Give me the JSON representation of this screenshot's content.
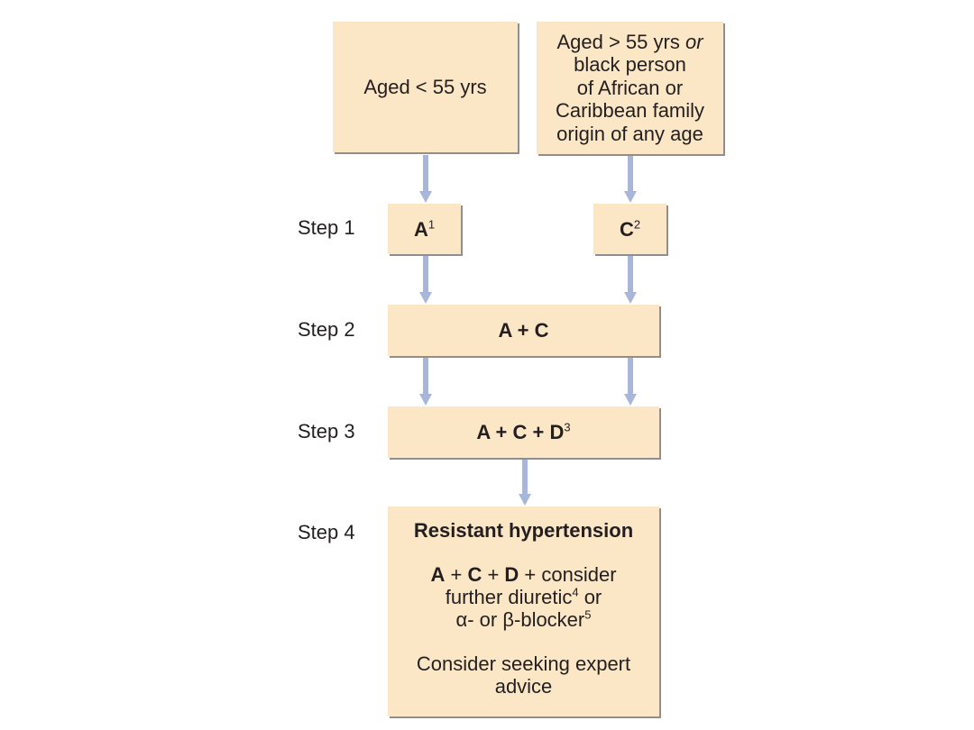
{
  "top": {
    "left_box": "Aged < 55 yrs",
    "right_box": {
      "line1_pre": "Aged > 55 yrs ",
      "line1_italic": "or",
      "line2": "black person",
      "line3": "of African or",
      "line4": "Caribbean family",
      "line5": "origin of any age"
    }
  },
  "steps": {
    "step1": {
      "label": "Step 1",
      "left": {
        "drug": "A",
        "note": "1"
      },
      "right": {
        "drug": "C",
        "note": "2"
      }
    },
    "step2": {
      "label": "Step 2",
      "text": "A + C"
    },
    "step3": {
      "label": "Step 3",
      "text": "A + C + D",
      "note": "3"
    },
    "step4": {
      "label": "Step 4",
      "heading": "Resistant hypertension",
      "line1_a": "A",
      "line1_plus1": " + ",
      "line1_c": "C",
      "line1_plus2": " + ",
      "line1_d": "D",
      "line1_rest": " + consider",
      "line2_text": "further diuretic",
      "line2_note": "4",
      "line2_rest": " or",
      "line3_text": "α- or β-blocker",
      "line3_note": "5",
      "advice_line1": "Consider seeking expert",
      "advice_line2": "advice"
    }
  },
  "colors": {
    "box_fill": "#fbe6c6",
    "box_shadow": "#8f8f8f",
    "arrow": "#a8b7d9",
    "text": "#231f20"
  }
}
